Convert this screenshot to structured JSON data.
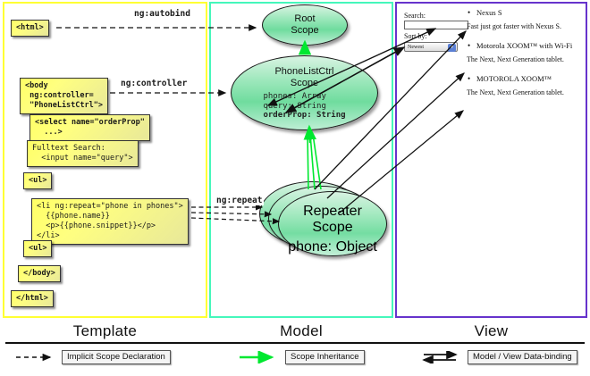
{
  "columns": {
    "template": {
      "title": "Template",
      "border_color": "#ffff33"
    },
    "model": {
      "title": "Model",
      "border_color": "#45f7bb"
    },
    "view": {
      "title": "View",
      "border_color": "#6633cc"
    }
  },
  "template_code": [
    {
      "name": "html-open",
      "text": "<html>"
    },
    {
      "name": "body-open",
      "text": "<body\n ng:controller=\n \"PhoneListCtrl\">"
    },
    {
      "name": "select-orderprop",
      "text": "<select name=\"orderProp\"\n  ...>"
    },
    {
      "name": "fulltext-search",
      "text": "Fulltext Search:\n  <input name=\"query\">"
    },
    {
      "name": "ul-open",
      "text": "<ul>"
    },
    {
      "name": "li-ngrepeat",
      "text": "<li ng:repeat=\"phone in phones\">\n  {{phone.name}}\n  <p>{{phone.snippet}}</p>\n</li>"
    },
    {
      "name": "ul-close",
      "text": "<ul>"
    },
    {
      "name": "body-close",
      "text": "</body>"
    },
    {
      "name": "html-close",
      "text": "</html>"
    }
  ],
  "scopes": {
    "root": {
      "title_line1": "Root",
      "title_line2": "Scope"
    },
    "phonelistctrl": {
      "title_line1": "PhoneListCtrl",
      "title_line2": "Scope",
      "props": [
        {
          "text": "phones: Array",
          "bold": false
        },
        {
          "text": "query: String",
          "bold": false
        },
        {
          "text": "orderProp: String",
          "bold": true
        }
      ]
    },
    "repeater": {
      "title_line1": "Repeater",
      "title_line2": "Scope",
      "props": [
        {
          "text": "phone: Object",
          "bold": false
        }
      ],
      "instances": 3
    }
  },
  "wire_labels": {
    "autobind": "ng:autobind",
    "controller": "ng:controller",
    "repeat": "ng:repeat"
  },
  "view": {
    "search_label": "Search:",
    "search_value": "",
    "search_placeholder": "",
    "sort_label": "Sort by:",
    "sort_selected": "Newest",
    "sort_options": [
      "Newest"
    ],
    "phones": [
      {
        "name": "Nexus S",
        "snippet": "Fast just got faster with Nexus S."
      },
      {
        "name": "Motorola XOOM™ with Wi-Fi",
        "snippet": "The Next, Next Generation tablet."
      },
      {
        "name": "MOTOROLA XOOM™",
        "snippet": "The Next, Next Generation tablet."
      }
    ]
  },
  "legend": [
    {
      "name": "implicit-scope-declaration",
      "label": "Implicit Scope Declaration",
      "style": "dashed-arrow",
      "color": "#111111"
    },
    {
      "name": "scope-inheritance",
      "label": "Scope Inheritance",
      "style": "solid-arrow",
      "color": "#00e830"
    },
    {
      "name": "model-view-data-binding",
      "label": "Model / View Data-binding",
      "style": "double-arrow",
      "color": "#111111"
    }
  ]
}
